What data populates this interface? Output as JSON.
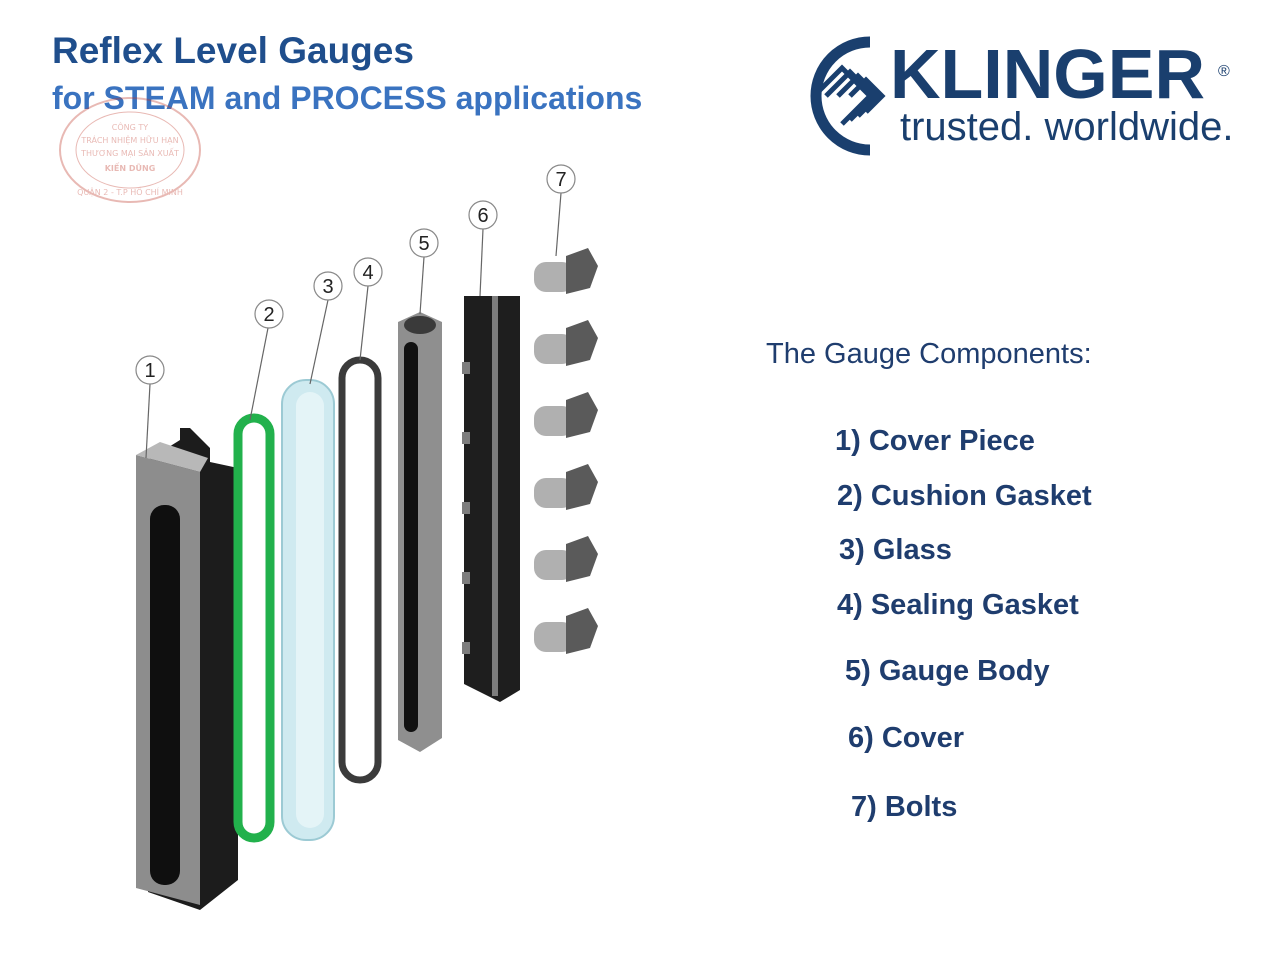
{
  "header": {
    "title": "Reflex Level Gauges",
    "subtitle": "for STEAM and PROCESS applications"
  },
  "logo": {
    "word": "KLINGER",
    "registered": "®",
    "slogan": "trusted. worldwide."
  },
  "stamp": {
    "lines": [
      "CÔNG TY",
      "TRÁCH NHIỆM HỮU HẠN",
      "THƯƠNG MẠI SẢN XUẤT",
      "KIẾN DŨNG",
      "QUẬN 2 - T.P HỒ CHÍ MINH"
    ]
  },
  "diagram": {
    "tags": [
      "1",
      "2",
      "3",
      "4",
      "5",
      "6",
      "7"
    ]
  },
  "components": {
    "heading": "The Gauge Components:",
    "items": [
      "1) Cover Piece",
      "2) Cushion Gasket",
      "3) Glass",
      "4) Sealing Gasket",
      "5) Gauge Body",
      "6) Cover",
      "7) Bolts"
    ]
  },
  "colors": {
    "title": "#1f4e8c",
    "subtitle": "#3a73c0",
    "brand": "#1a3f6e",
    "gasket_green": "#22b14c",
    "glass": "#cfeaf0",
    "stamp": "#c0392b"
  }
}
